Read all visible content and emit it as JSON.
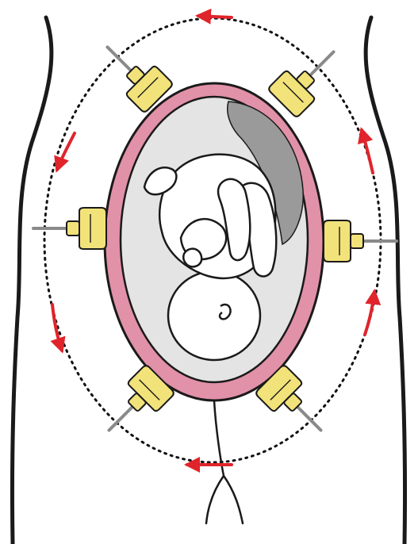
{
  "diagram": {
    "probes": [
      {
        "id": "upper-left"
      },
      {
        "id": "upper-right"
      },
      {
        "id": "mid-left"
      },
      {
        "id": "mid-right"
      },
      {
        "id": "lower-left"
      },
      {
        "id": "lower-right"
      }
    ],
    "rotation_arrows": [
      {
        "id": "top",
        "direction": "left"
      },
      {
        "id": "upper-left",
        "direction": "down"
      },
      {
        "id": "lower-left",
        "direction": "down"
      },
      {
        "id": "bottom",
        "direction": "left"
      },
      {
        "id": "lower-right",
        "direction": "up"
      },
      {
        "id": "upper-right",
        "direction": "up"
      }
    ],
    "colors": {
      "outline": "#1a1a1a",
      "uterus_wall": "#e191a8",
      "amniotic_fluid": "#e4e4e4",
      "placenta": "#9a9a9a",
      "probe_body": "#f2e27a",
      "probe_cable": "#8a8a8a",
      "arrow": "#e0242b",
      "path": "#111111"
    }
  }
}
